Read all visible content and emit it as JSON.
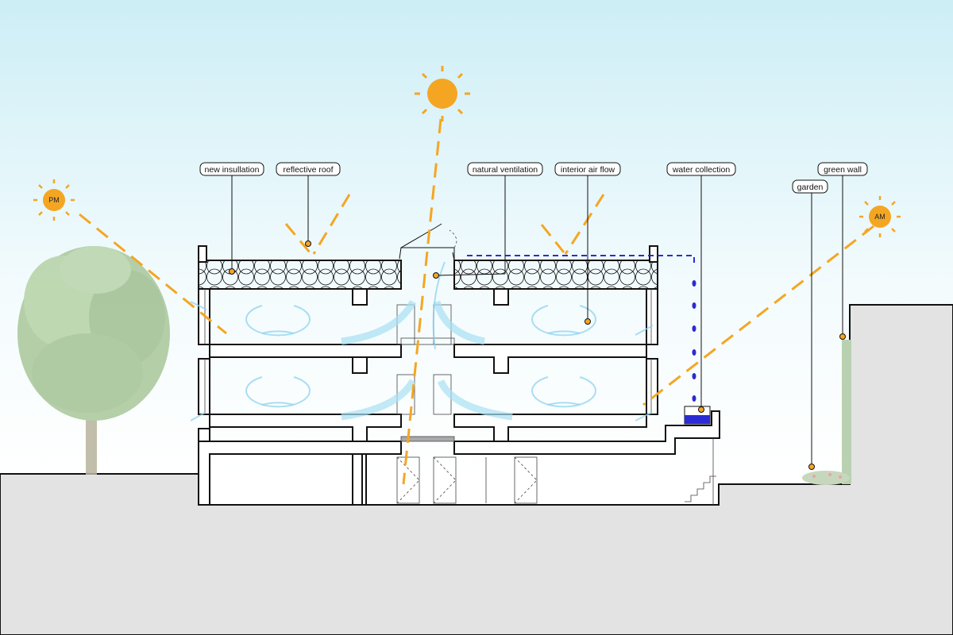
{
  "labels": {
    "new_insulation": "new insullation",
    "reflective_roof": "reflective roof",
    "natural_ventilation": "natural ventilation",
    "interior_air_flow": "interior air flow",
    "water_collection": "water collection",
    "green_wall": "green wall",
    "garden": "garden"
  },
  "suns": {
    "pm": "PM",
    "am": "AM"
  },
  "colors": {
    "sun": "#f4a623",
    "air": "#8fd3ef",
    "water": "#2b2bd6",
    "sky_top": "#cdeef6",
    "ground": "#e3e3e3"
  }
}
